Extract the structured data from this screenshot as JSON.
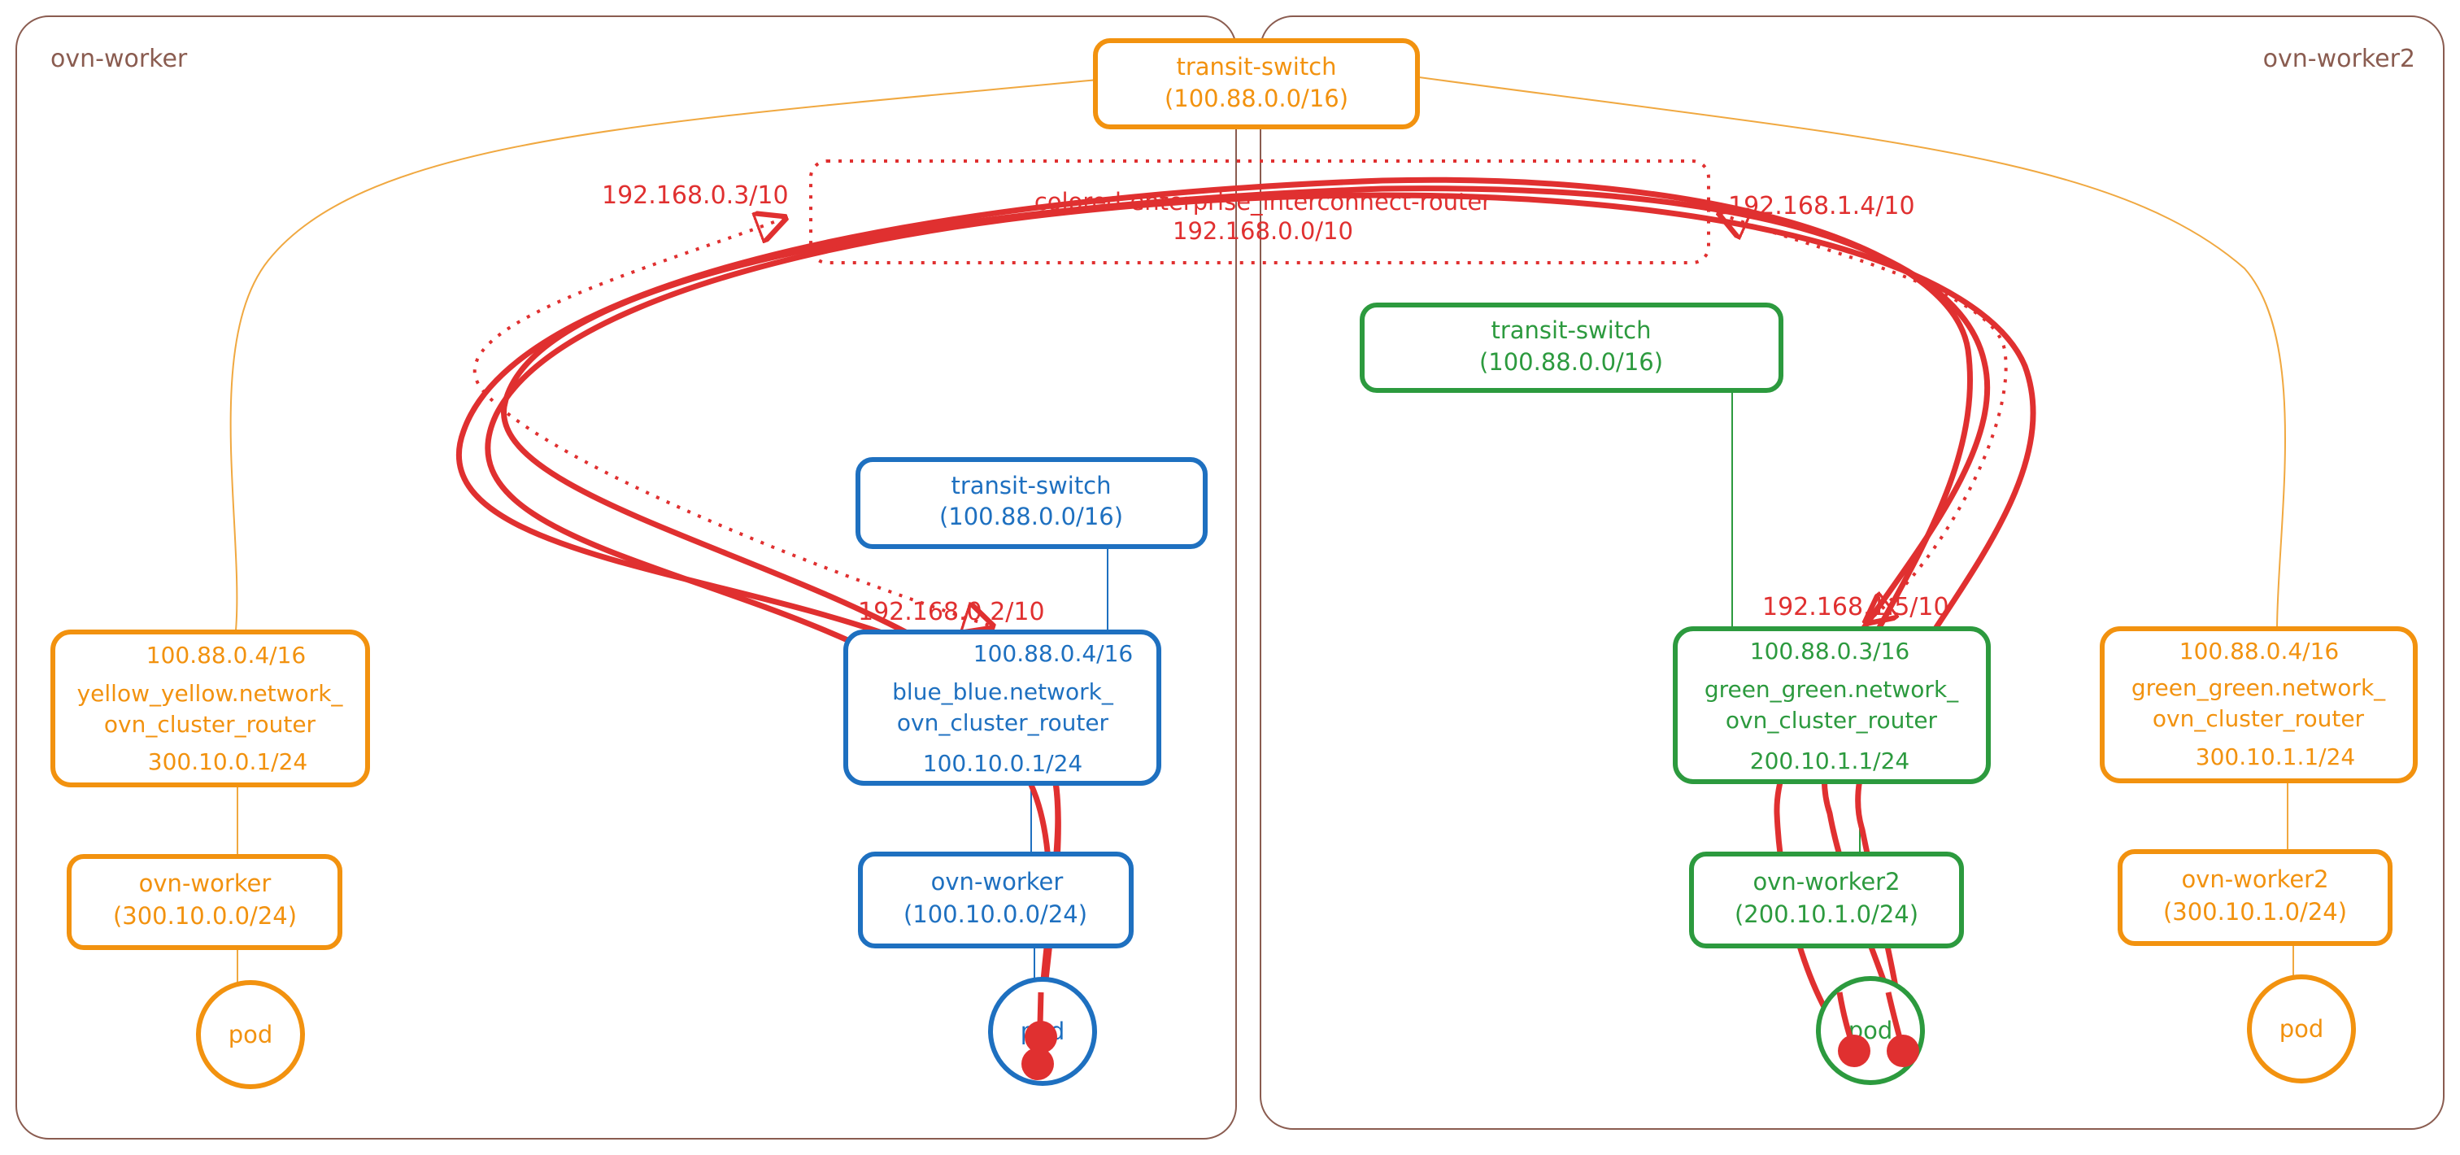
{
  "colors": {
    "orange": "#f2920f",
    "blue": "#1e70c0",
    "green": "#2c9a3e",
    "red": "#e03030",
    "frame": "#8a5c50",
    "thin_orange": "#f0a840"
  },
  "nodes": {
    "worker1_label": "ovn-worker",
    "worker2_label": "ovn-worker2",
    "top_transit": {
      "line1": "transit-switch",
      "line2": "(100.88.0.0/16)"
    },
    "blue_transit": {
      "line1": "transit-switch",
      "line2": "(100.88.0.0/16)"
    },
    "green_transit": {
      "line1": "transit-switch",
      "line2": "(100.88.0.0/16)"
    },
    "interconnect": {
      "line1": "colored-enterprise_interconnect-router",
      "line2": "192.168.0.0/10"
    },
    "yellow_router": {
      "line1": "100.88.0.4/16",
      "line2": "yellow_yellow.network_",
      "line3": "ovn_cluster_router",
      "line4": "300.10.0.1/24"
    },
    "blue_router": {
      "line1": "100.88.0.4/16",
      "line2": "blue_blue.network_",
      "line3": "ovn_cluster_router",
      "line4": "100.10.0.1/24"
    },
    "green_router_1": {
      "line1": "100.88.0.3/16",
      "line2": "green_green.network_",
      "line3": "ovn_cluster_router",
      "line4": "200.10.1.1/24"
    },
    "green_router_2": {
      "line1": "100.88.0.4/16",
      "line2": "green_green.network_",
      "line3": "ovn_cluster_router",
      "line4": "300.10.1.1/24"
    },
    "yellow_switch": {
      "line1": "ovn-worker",
      "line2": "(300.10.0.0/24)"
    },
    "blue_switch": {
      "line1": "ovn-worker",
      "line2": "(100.10.0.0/24)"
    },
    "green_switch_1": {
      "line1": "ovn-worker2",
      "line2": "(200.10.1.0/24)"
    },
    "green_switch_2": {
      "line1": "ovn-worker2",
      "line2": "(300.10.1.0/24)"
    },
    "pod_yellow": "pod",
    "pod_blue": "pod",
    "pod_green": "pod",
    "pod_orange_right": "pod"
  },
  "labels": {
    "ip_left_top": "192.168.0.3/10",
    "ip_right_top": "192.168.1.4/10",
    "ip_blue": "192.168.0.2/10",
    "ip_green": "192.168.1.5/10"
  }
}
